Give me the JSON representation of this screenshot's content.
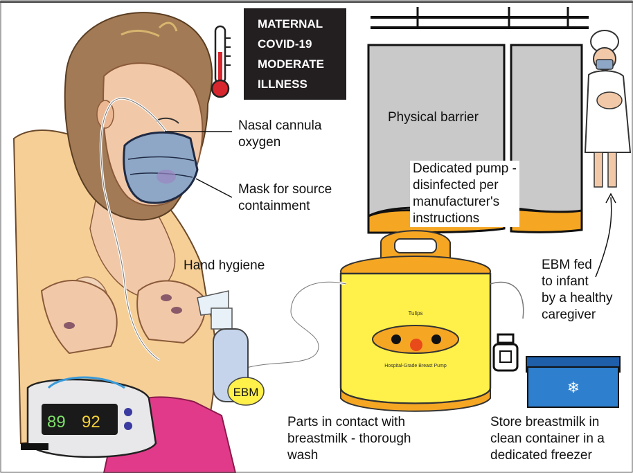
{
  "title_box": {
    "text": "MATERNAL\nCOVID-19\nMODERATE\nILLNESS"
  },
  "labels": {
    "nasal": "Nasal cannula\noxygen",
    "mask": "Mask for source\ncontainment",
    "barrier": "Physical barrier",
    "pump": "Dedicated pump -\ndisinfected per\nmanufacturer's\ninstructions",
    "hand": "Hand hygiene",
    "ebm_fed": "EBM fed\nto infant\nby a healthy\ncaregiver",
    "parts": "Parts in contact with\nbreastmilk - thorough\nwash",
    "store": "Store breastmilk in\nclean container in a\ndedicated freezer"
  },
  "bottle_label": "EBM",
  "monitor": {
    "reading_1": "89",
    "reading_2": "92"
  },
  "pump_device": {
    "brand": "Tulips",
    "model": "Hospital-Grade Breast Pump"
  },
  "colors": {
    "skin": "#f2c9a8",
    "hair": "#a27a55",
    "shirt": "#f6cf96",
    "mask": "#8ea7c6",
    "pump_yellow": "#fff04a",
    "pump_orange": "#f5a623",
    "curtain": "#c9c9c9",
    "freezer": "#2f7fcf",
    "blanket": "#e23a8a",
    "thermometer": "#d8262e"
  }
}
